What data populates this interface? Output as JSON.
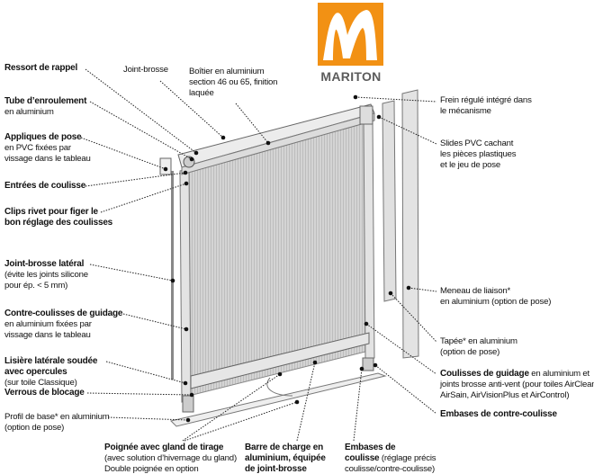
{
  "logo": {
    "brand": "MARITON",
    "color": "#f29114"
  },
  "labels": {
    "ressort": {
      "title": "Ressort de rappel"
    },
    "tube": {
      "title": "Tube d’enroulement",
      "sub": "en aluminium"
    },
    "appliques": {
      "title": "Appliques de pose",
      "sub1": "en PVC fixées par",
      "sub2": "vissage dans le tableau"
    },
    "entrees": {
      "title": "Entrées de coulisse"
    },
    "clips": {
      "title1": "Clips rivet pour figer le",
      "title2": "bon réglage des coulisses"
    },
    "joint_lateral": {
      "title": "Joint-brosse latéral",
      "sub1": "(évite les joints silicone",
      "sub2": "pour ép. < 5 mm)"
    },
    "contre": {
      "title": "Contre-coulisses de guidage",
      "sub1": "en aluminium fixées par",
      "sub2": "vissage dans le tableau"
    },
    "lisiere": {
      "title1": "Lisière latérale soudée",
      "title2": "avec opercules",
      "sub": "(sur toile Classique)"
    },
    "verrous": {
      "title": "Verrous de blocage"
    },
    "profil": {
      "line1": "Profil de base* en aluminium",
      "line2": "(option de pose)"
    },
    "poignee": {
      "title": "Poignée avec gland de tirage",
      "sub1": "(avec solution d’hivernage du gland)",
      "sub2": "Double poignée en option"
    },
    "barre": {
      "title1": "Barre de charge en",
      "title2": "aluminium, équipée",
      "title3": "de joint-brosse"
    },
    "embases_coulisse": {
      "title1": "Embases de",
      "title2": "coulisse",
      "sub1": " (réglage précis",
      "sub2": "coulisse/contre-coulisse)"
    },
    "joint_brosse": {
      "text": "Joint-brosse"
    },
    "boitier": {
      "line1": "Boîtier en aluminium",
      "line2": "section 46 ou 65, finition",
      "line3": "laquée"
    },
    "frein": {
      "line1": "Frein régulé intégré dans",
      "line2": "le mécanisme"
    },
    "slides": {
      "line1": "Slides PVC cachant",
      "line2": "les pièces plastiques",
      "line3": "et le jeu de pose"
    },
    "meneau": {
      "line1": "Meneau de liaison*",
      "line2": "en aluminium (option de pose)"
    },
    "tapee": {
      "line1": "Tapée* en aluminium",
      "line2": "(option de pose)"
    },
    "coulisses": {
      "title": "Coulisses de guidage",
      "sub0": " en aluminium et",
      "sub1": "joints brosse anti-vent (pour toiles AirClean,",
      "sub2": "AirSain, AirVisionPlus et AirControl)"
    },
    "embases_contre": {
      "title": "Embases de contre-coulisse"
    }
  }
}
